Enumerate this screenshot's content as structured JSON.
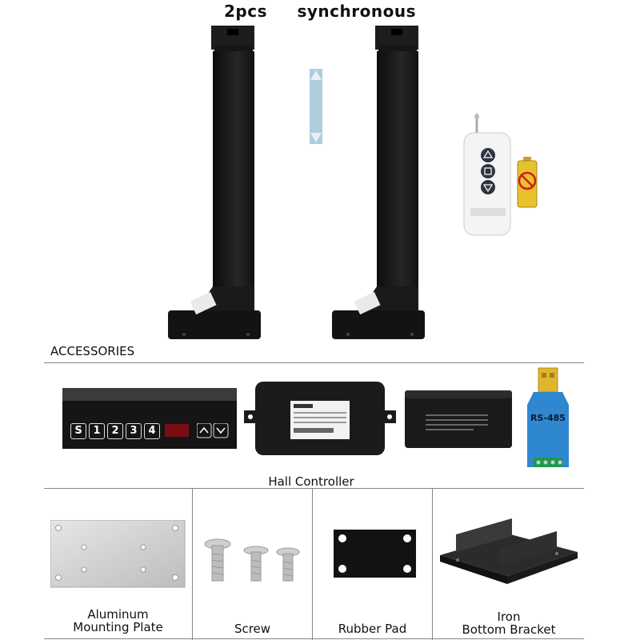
{
  "header": {
    "quantity": "2pcs",
    "mode": "synchronous"
  },
  "accessories_heading": "ACCESSORIES",
  "row1_caption": "Hall Controller",
  "control_box": {
    "buttons": [
      "S",
      "1",
      "2",
      "3",
      "4"
    ],
    "arrows": [
      "up-arrow-icon",
      "down-arrow-icon"
    ],
    "display_color": "#c0141b"
  },
  "usb_adapter": {
    "label": "RS-485",
    "color": "#2f87cf"
  },
  "items": [
    {
      "line1": "Aluminum",
      "line2": "Mounting Plate"
    },
    {
      "line1": "",
      "line2": "Screw"
    },
    {
      "line1": "",
      "line2": "Rubber Pad"
    },
    {
      "line1": "Iron",
      "line2": "Bottom Bracket"
    }
  ]
}
